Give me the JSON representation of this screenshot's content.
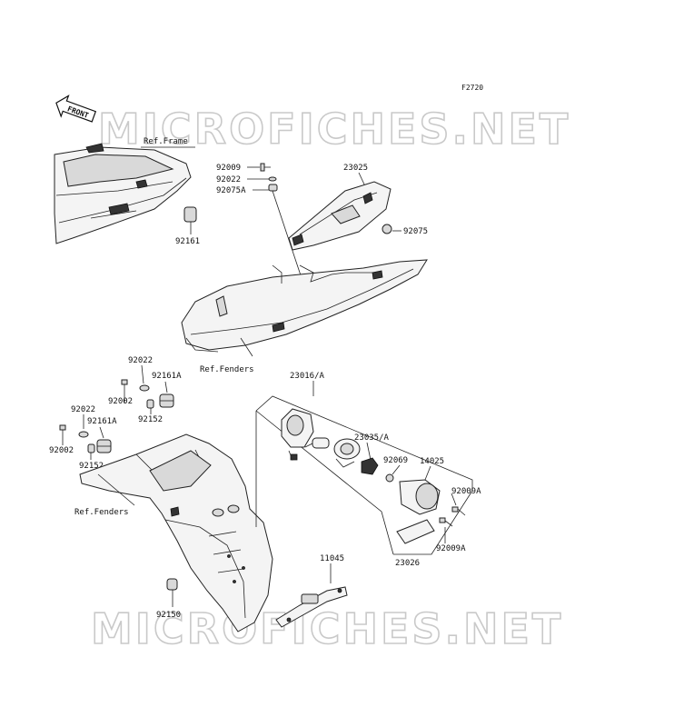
{
  "figure_code": "F2720",
  "front_arrow": "FRONT",
  "watermark": "MICROFICHES.NET",
  "labels": {
    "ref_frame": "Ref.Frame",
    "ref_fenders_top": "Ref.Fenders",
    "ref_fenders_bottom": "Ref.Fenders",
    "p92161": "92161",
    "p92009": "92009",
    "p92022_top": "92022",
    "p92075A": "92075A",
    "p23025": "23025",
    "p92075": "92075",
    "p92022_a": "92022",
    "p92161A_a": "92161A",
    "p92002_a": "92002",
    "p92152_a": "92152",
    "p92022_b": "92022",
    "p92161A_b": "92161A",
    "p92002_b": "92002",
    "p92152_b": "92152",
    "p23016": "23016/A",
    "p23035": "23035/A",
    "p92069": "92069",
    "p14025": "14025",
    "p92009A_a": "92009A",
    "p92009A_b": "92009A",
    "p23026": "23026",
    "p11045": "11045",
    "p92150": "92150"
  }
}
